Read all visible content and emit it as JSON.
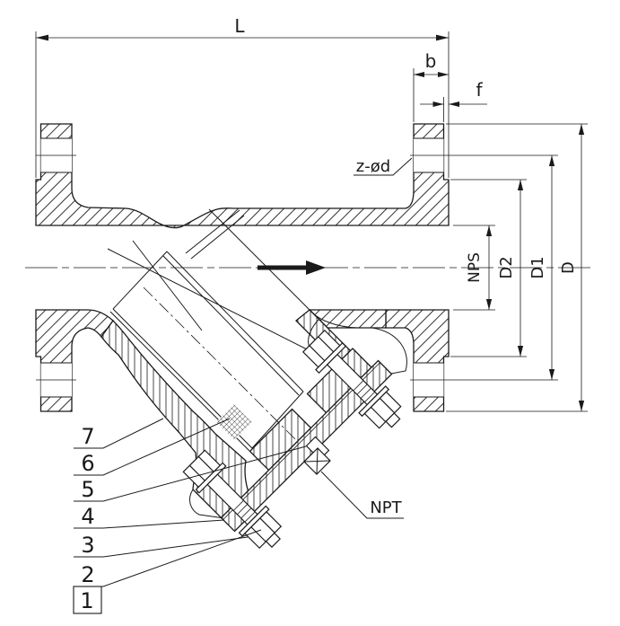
{
  "drawing": {
    "kind": "y-strainer-section-drawing",
    "dimensions": {
      "face_to_face": "L",
      "flange_thickness": "b",
      "raised_face_height": "f",
      "bolt_holes": "z-ød",
      "nominal_bore": "NPS",
      "raised_face_diameter": "D2",
      "bolt_circle_diameter": "D1",
      "flange_outside_diameter": "D",
      "drain_connection": "NPT"
    },
    "parts": {
      "p1": "1",
      "p2": "2",
      "p3": "3",
      "p4": "4",
      "p5": "5",
      "p6": "6",
      "p7": "7"
    },
    "line_color": "#1a1a1a"
  }
}
